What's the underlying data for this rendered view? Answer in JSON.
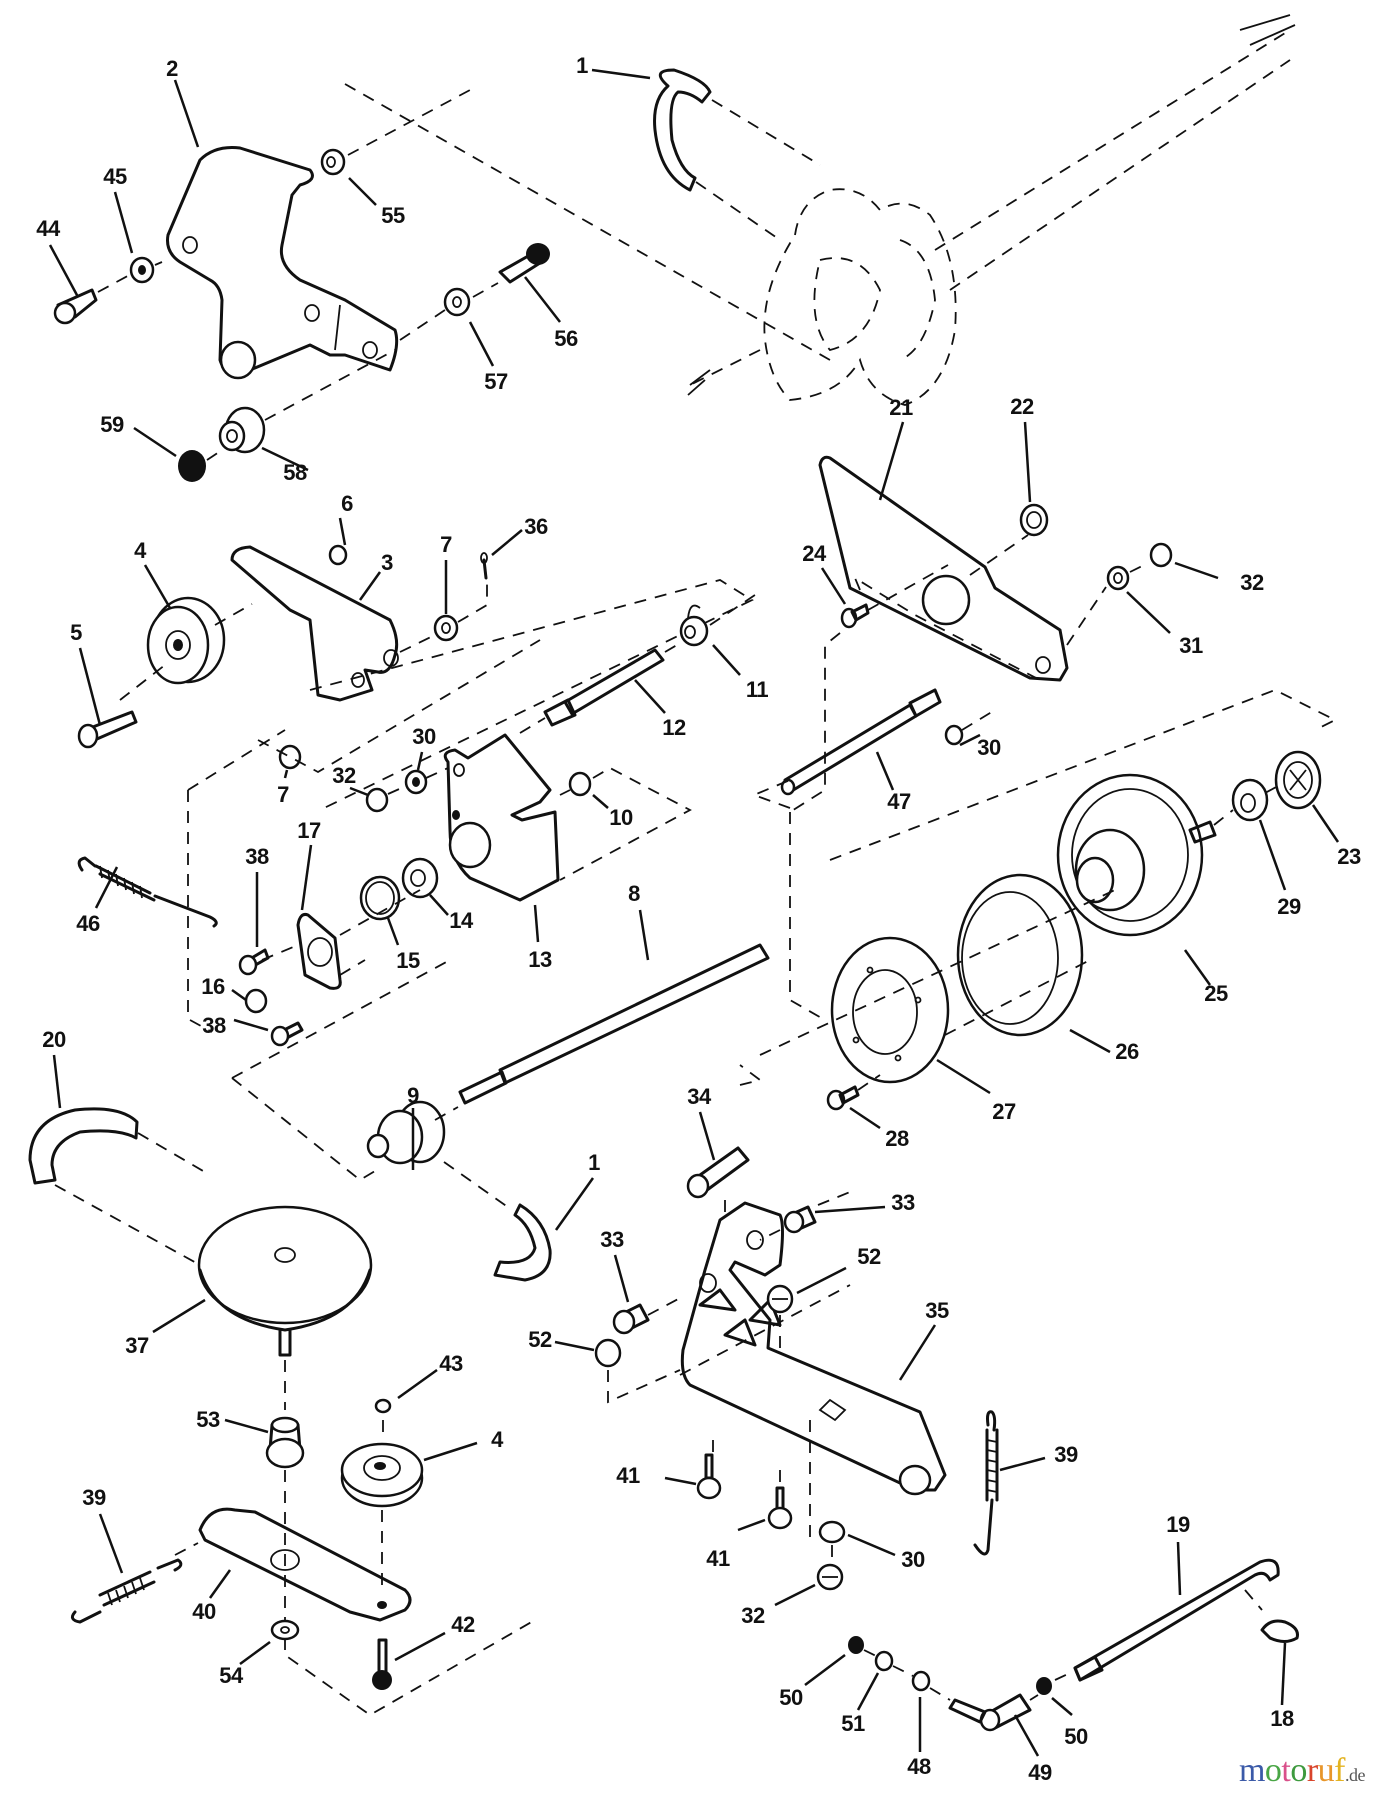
{
  "diagram": {
    "type": "exploded parts diagram",
    "labels": [
      {
        "id": "l-1a",
        "text": "1"
      },
      {
        "id": "l-2",
        "text": "2"
      },
      {
        "id": "l-44",
        "text": "44"
      },
      {
        "id": "l-45",
        "text": "45"
      },
      {
        "id": "l-55",
        "text": "55"
      },
      {
        "id": "l-56",
        "text": "56"
      },
      {
        "id": "l-57",
        "text": "57"
      },
      {
        "id": "l-59",
        "text": "59"
      },
      {
        "id": "l-58",
        "text": "58"
      },
      {
        "id": "l-4a",
        "text": "4"
      },
      {
        "id": "l-6",
        "text": "6"
      },
      {
        "id": "l-3",
        "text": "3"
      },
      {
        "id": "l-7a",
        "text": "7"
      },
      {
        "id": "l-36",
        "text": "36"
      },
      {
        "id": "l-5",
        "text": "5"
      },
      {
        "id": "l-7b",
        "text": "7"
      },
      {
        "id": "l-32a",
        "text": "32"
      },
      {
        "id": "l-30a",
        "text": "30"
      },
      {
        "id": "l-11",
        "text": "11"
      },
      {
        "id": "l-12",
        "text": "12"
      },
      {
        "id": "l-21",
        "text": "21"
      },
      {
        "id": "l-22",
        "text": "22"
      },
      {
        "id": "l-24",
        "text": "24"
      },
      {
        "id": "l-32b",
        "text": "32"
      },
      {
        "id": "l-31",
        "text": "31"
      },
      {
        "id": "l-30b",
        "text": "30"
      },
      {
        "id": "l-47",
        "text": "47"
      },
      {
        "id": "l-10",
        "text": "10"
      },
      {
        "id": "l-13",
        "text": "13"
      },
      {
        "id": "l-14",
        "text": "14"
      },
      {
        "id": "l-15",
        "text": "15"
      },
      {
        "id": "l-17",
        "text": "17"
      },
      {
        "id": "l-38a",
        "text": "38"
      },
      {
        "id": "l-16",
        "text": "16"
      },
      {
        "id": "l-38b",
        "text": "38"
      },
      {
        "id": "l-46",
        "text": "46"
      },
      {
        "id": "l-8",
        "text": "8"
      },
      {
        "id": "l-23",
        "text": "23"
      },
      {
        "id": "l-29",
        "text": "29"
      },
      {
        "id": "l-25",
        "text": "25"
      },
      {
        "id": "l-26",
        "text": "26"
      },
      {
        "id": "l-27",
        "text": "27"
      },
      {
        "id": "l-28",
        "text": "28"
      },
      {
        "id": "l-20",
        "text": "20"
      },
      {
        "id": "l-9",
        "text": "9"
      },
      {
        "id": "l-34",
        "text": "34"
      },
      {
        "id": "l-33a",
        "text": "33"
      },
      {
        "id": "l-1b",
        "text": "1"
      },
      {
        "id": "l-33b",
        "text": "33"
      },
      {
        "id": "l-52a",
        "text": "52"
      },
      {
        "id": "l-52b",
        "text": "52"
      },
      {
        "id": "l-35",
        "text": "35"
      },
      {
        "id": "l-37",
        "text": "37"
      },
      {
        "id": "l-43",
        "text": "43"
      },
      {
        "id": "l-53",
        "text": "53"
      },
      {
        "id": "l-4b",
        "text": "4"
      },
      {
        "id": "l-39a",
        "text": "39"
      },
      {
        "id": "l-39b",
        "text": "39"
      },
      {
        "id": "l-41a",
        "text": "41"
      },
      {
        "id": "l-41b",
        "text": "41"
      },
      {
        "id": "l-30c",
        "text": "30"
      },
      {
        "id": "l-32c",
        "text": "32"
      },
      {
        "id": "l-40",
        "text": "40"
      },
      {
        "id": "l-42",
        "text": "42"
      },
      {
        "id": "l-54",
        "text": "54"
      },
      {
        "id": "l-19",
        "text": "19"
      },
      {
        "id": "l-18",
        "text": "18"
      },
      {
        "id": "l-50a",
        "text": "50"
      },
      {
        "id": "l-51",
        "text": "51"
      },
      {
        "id": "l-48",
        "text": "48"
      },
      {
        "id": "l-49",
        "text": "49"
      },
      {
        "id": "l-50b",
        "text": "50"
      }
    ]
  },
  "watermark": {
    "letters": [
      {
        "ch": "m",
        "color": "#3b5aa8"
      },
      {
        "ch": "o",
        "color": "#4aa646"
      },
      {
        "ch": "t",
        "color": "#d9508a"
      },
      {
        "ch": "o",
        "color": "#3e9a3e"
      },
      {
        "ch": "r",
        "color": "#d9442b"
      },
      {
        "ch": "u",
        "color": "#e8962a"
      },
      {
        "ch": "f",
        "color": "#e3b321"
      }
    ],
    "suffix": ".de"
  }
}
